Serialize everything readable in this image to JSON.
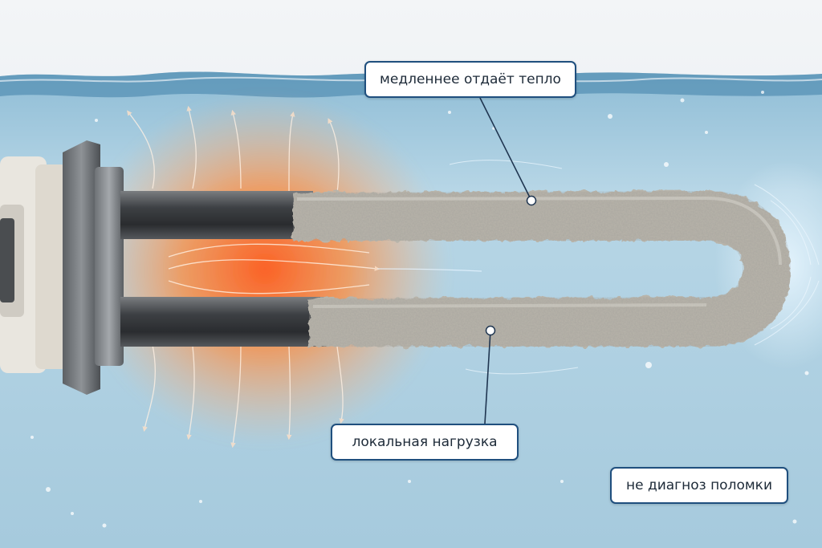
{
  "callouts": {
    "slower_heat": "медленнее отдаёт тепло",
    "local_load": "локальная нагрузка",
    "not_diagnosis": "не диагноз поломки"
  },
  "colors": {
    "water": "#a9cfe2",
    "air": "#eef2f5",
    "heat": "#ff6a2a",
    "scale": "#b9b6ad",
    "callout_border": "#1f4f7e"
  }
}
